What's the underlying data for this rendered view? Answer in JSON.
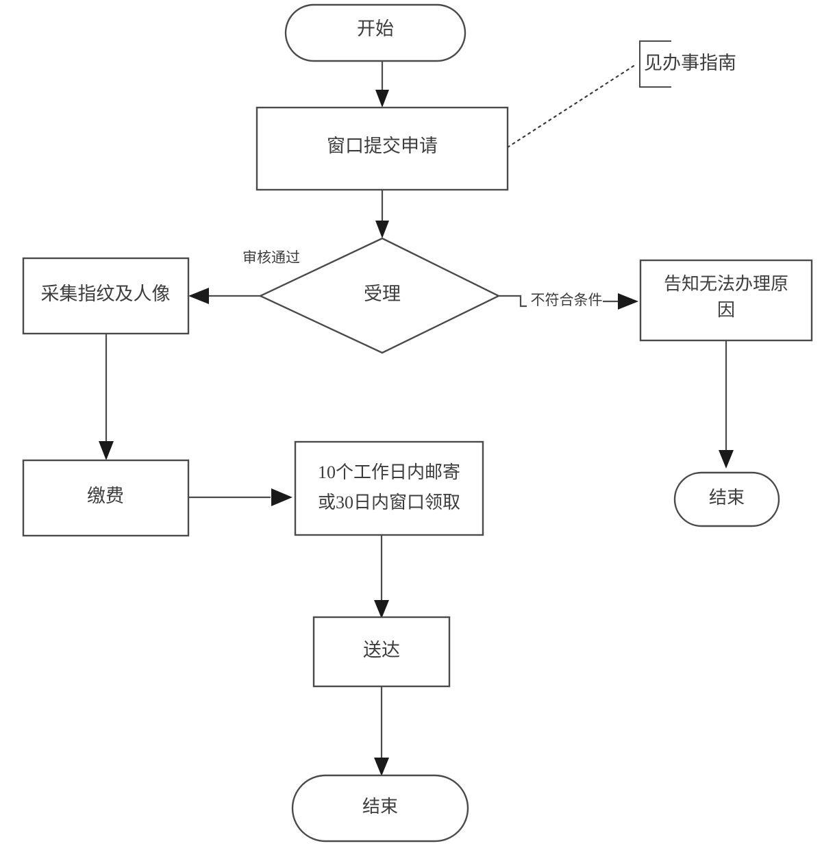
{
  "diagram": {
    "type": "flowchart",
    "orientation": "top-to-bottom",
    "language": "zh-CN",
    "background_color": "#ffffff",
    "line_color": "#4a4a4a",
    "text_color": "#3d3d3d"
  },
  "nodes": {
    "start": {
      "label": "开始",
      "shape": "stadium"
    },
    "submit": {
      "label": "窗口提交申请",
      "shape": "rectangle"
    },
    "accept": {
      "label": "受理",
      "shape": "diamond"
    },
    "collect": {
      "label": "采集指纹及人像",
      "shape": "rectangle"
    },
    "payment": {
      "label": "缴费",
      "shape": "rectangle"
    },
    "deliver_window": {
      "label_line1": "10个工作日内邮寄",
      "label_line2": "或30日内窗口领取",
      "shape": "rectangle"
    },
    "served": {
      "label": "送达",
      "shape": "rectangle"
    },
    "end_main": {
      "label": "结束",
      "shape": "stadium"
    },
    "reject": {
      "label_line1": "告知无法办理原",
      "label_line2": "因",
      "shape": "rectangle"
    },
    "end_reject": {
      "label": "结束",
      "shape": "stadium"
    }
  },
  "edge_labels": {
    "approved": "审核通过",
    "not_qualified": "不符合条件"
  },
  "annotations": {
    "guide_note": {
      "label": "见办事指南",
      "style": "bracket-comment",
      "line_style": "dotted"
    }
  }
}
